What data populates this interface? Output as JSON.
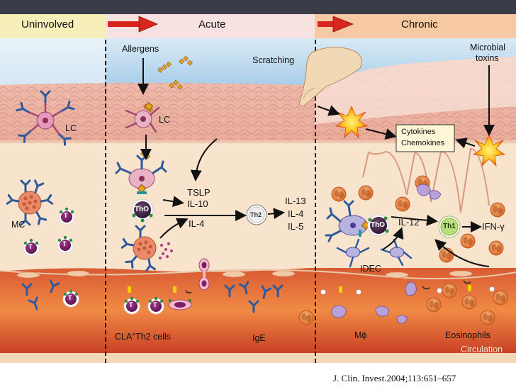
{
  "header": {
    "stage_uninvolved": "Uninvolved",
    "stage_acute": "Acute",
    "stage_chronic": "Chronic"
  },
  "labels": {
    "allergens": "Allergens",
    "scratching": "Scratching",
    "microbial_toxins_line1": "Microbial",
    "microbial_toxins_line2": "toxins",
    "lc_left": "LC",
    "lc_acute": "LC",
    "cytokines": "Cytokines",
    "chemokines": "Chemokines",
    "tslp": "TSLP",
    "il10": "IL-10",
    "il4": "IL-4",
    "il13": "IL-13",
    "il4_b": "IL-4",
    "il5": "IL-5",
    "il12": "IL-12",
    "ifn": "IFN-γ",
    "mc": "MC",
    "idec": "IDEC",
    "cla_prefix": "CLA",
    "cla_sup": "+",
    "cla_suffix": "Th2 cells",
    "ige": "IgE",
    "mphi": "Mϕ",
    "eosinophils": "Eosinophils",
    "circulation": "Circulation"
  },
  "cells": {
    "t": "T",
    "tho": "ThO",
    "th2": "Th2",
    "th1": "Th1"
  },
  "citation": "J. Clin. Invest.2004;113:651–657",
  "colors": {
    "top_bar": "#3a3d48",
    "uninvolved_band": "#f6efb9",
    "acute_band": "#f7e1e1",
    "chronic_band": "#f6c9a2",
    "arrow_red": "#d9261c",
    "sky": "#bcdaf0",
    "epidermis": "#e9a99a",
    "dermis": "#f8e3cc",
    "vessel": "#c9472b",
    "t_cell": "#7b1f6b",
    "th1": "#b9de7c",
    "dendrite_blue": "#2d5a9e"
  }
}
